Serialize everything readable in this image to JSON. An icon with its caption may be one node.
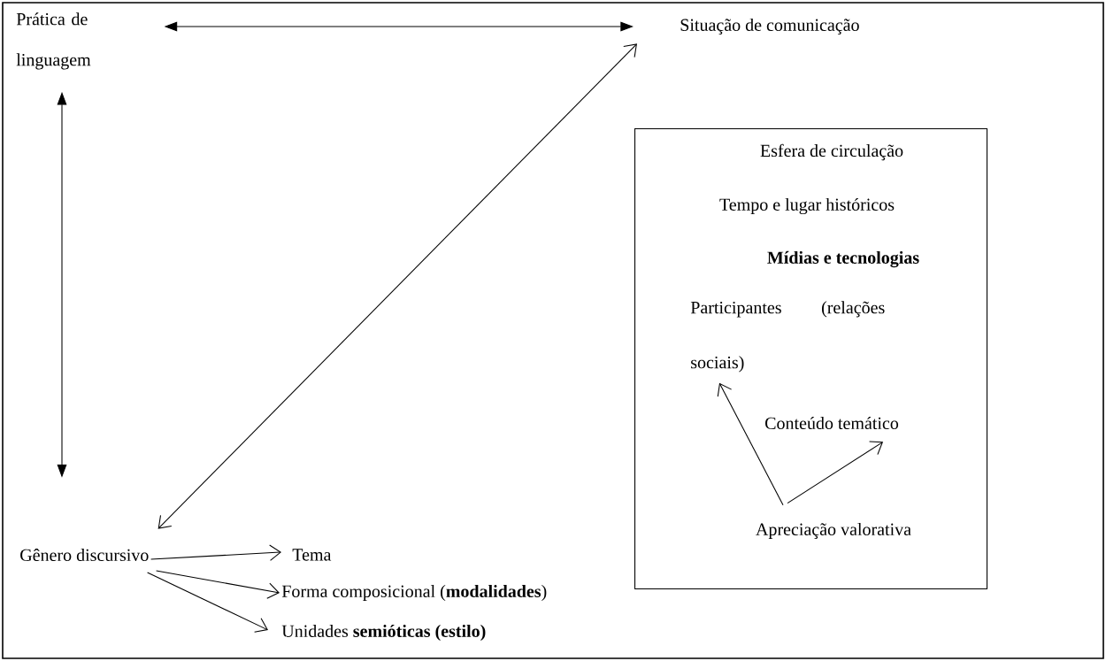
{
  "diagram": {
    "nodes": [
      {
        "text": [
          "Prática de linguagem"
        ]
      },
      {
        "text": [
          "Situação de comunicação"
        ]
      },
      {
        "text": [],
        "shape": "box"
      },
      {
        "text": [
          "Esfera de circulação"
        ],
        "in": 2
      },
      {
        "text": [
          "Tempo e lugar históricos"
        ],
        "in": 2
      },
      {
        "text": [
          "Mídias e tecnologias"
        ],
        "in": 2
      },
      {
        "text": [
          "Participantes (relações sociais)"
        ],
        "in": 2
      },
      {
        "text": [
          "Conteúdo temático"
        ],
        "in": 2
      },
      {
        "text": [
          "Apreciação valorativa"
        ],
        "in": 2
      },
      {
        "text": [
          "Gênero discursivo"
        ]
      },
      {
        "text": [
          "Tema"
        ]
      },
      {
        "text": [
          "Forma composicional (**modalidades**)"
        ]
      },
      {
        "text": [
          "Unidades **semióticas (estilo)**"
        ]
      }
    ],
    "edges": [
      {
        "from": 0,
        "to": 1,
        "arrow": "both"
      },
      {
        "from": 0,
        "to": 9,
        "arrow": "both"
      },
      {
        "from": 1,
        "to": 9,
        "arrow": "both"
      },
      {
        "from": 8,
        "to": 6,
        "arrow": "to"
      },
      {
        "from": 8,
        "to": 7,
        "arrow": "to"
      },
      {
        "from": 9,
        "to": 10,
        "arrow": "to"
      },
      {
        "from": 9,
        "to": 11,
        "arrow": "to"
      },
      {
        "from": 9,
        "to": 12,
        "arrow": "to"
      }
    ]
  }
}
